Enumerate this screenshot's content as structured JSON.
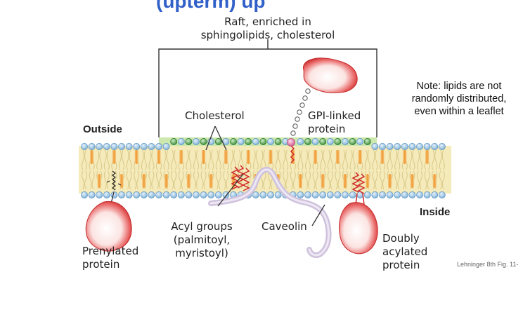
{
  "title_fragment": "(upterm) up",
  "labels": {
    "raft_line1": "Raft, enriched in",
    "raft_line2": "sphingolipids, cholesterol",
    "cholesterol": "Cholesterol",
    "gpi_line1": "GPI-linked",
    "gpi_line2": "protein",
    "outside": "Outside",
    "inside": "Inside",
    "acyl_line1": "Acyl groups",
    "acyl_line2": "(palmitoyl,",
    "acyl_line3": "myristoyl)",
    "caveolin": "Caveolin",
    "prenylated_line1": "Prenylated",
    "prenylated_line2": "protein",
    "doubly_line1": "Doubly",
    "doubly_line2": "acylated",
    "doubly_line3": "protein"
  },
  "note": {
    "line1": "Note: lipids are not",
    "line2": "randomly distributed,",
    "line3": "even within a leaflet"
  },
  "citation": "Lehninger 8th Fig. 11-",
  "colors": {
    "head_blue": "#a9cce8",
    "head_green": "#5fae5a",
    "head_pink": "#ee8fb5",
    "tail_yellow": "#efe0a0",
    "cholesterol_orange": "#f2a548",
    "protein_red": "#d94040",
    "acyl_red": "#d0282a",
    "caveolin_purple": "#d4c8e2",
    "raft_green": "#bfe0a0"
  },
  "icons": [
    "prenyl-anchor-icon",
    "acyl-anchor-icon",
    "gpi-chain-icon"
  ]
}
